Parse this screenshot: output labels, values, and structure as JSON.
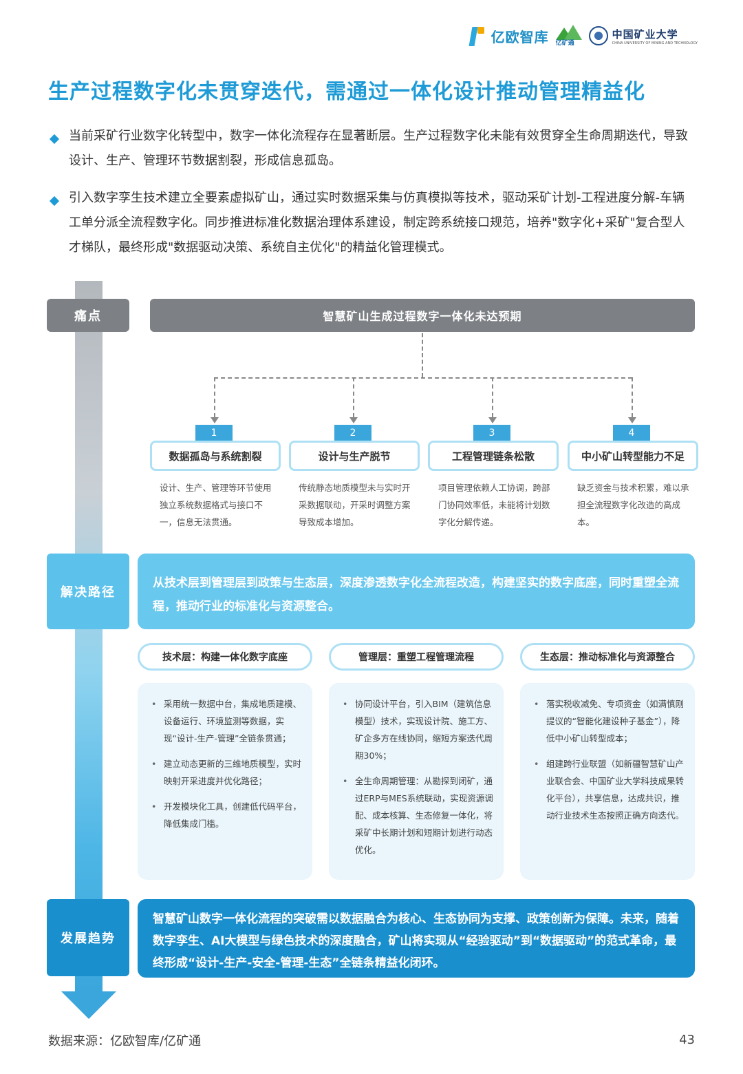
{
  "header": {
    "logo_yiou": "亿欧智库",
    "logo_ykt": "亿矿通",
    "logo_cumt_cn": "中国矿业大学",
    "logo_cumt_en": "CHINA UNIVERSITY OF MINING AND TECHNOLOGY"
  },
  "title": "生产过程数字化未贯穿迭代，需通过一体化设计推动管理精益化",
  "bullets": [
    "当前采矿行业数字化转型中，数字一体化流程存在显著断层。生产过程数字化未能有效贯穿全生命周期迭代，导致设计、生产、管理环节数据割裂，形成信息孤岛。",
    "引入数字孪生技术建立全要素虚拟矿山，通过实时数据采集与仿真模拟等技术，驱动采矿计划-工程进度分解-车辆工单分派全流程数字化。同步推进标准化数据治理体系建设，制定跨系统接口规范，培养\"数字化+采矿\"复合型人才梯队，最终形成\"数据驱动决策、系统自主优化\"的精益化管理模式。"
  ],
  "side_labels": {
    "pain": "痛点",
    "solution": "解决路径",
    "trend": "发展趋势"
  },
  "pain": {
    "headline": "智慧矿山生成过程数字一体化未达预期",
    "items": [
      {
        "num": "1",
        "title": "数据孤岛与系统割裂",
        "desc": "设计、生产、管理等环节使用独立系统数据格式与接口不一，信息无法贯通。"
      },
      {
        "num": "2",
        "title": "设计与生产脱节",
        "desc": "传统静态地质模型未与实时开采数据联动，开采时调整方案导致成本增加。"
      },
      {
        "num": "3",
        "title": "工程管理链条松散",
        "desc": "项目管理依赖人工协调，跨部门协同效率低，未能将计划数字化分解传递。"
      },
      {
        "num": "4",
        "title": "中小矿山转型能力不足",
        "desc": "缺乏资金与技术积累，难以承担全流程数字化改造的高成本。"
      }
    ]
  },
  "solution": {
    "banner": "从技术层到管理层到政策与生态层，深度渗透数字化全流程改造，构建坚实的数字底座，同时重塑全流程，推动行业的标准化与资源整合。",
    "layers": [
      {
        "title": "技术层：构建一体化数字底座",
        "points": [
          "采用统一数据中台，集成地质建模、设备运行、环境监测等数据，实现“设计-生产-管理”全链条贯通；",
          "建立动态更新的三维地质模型，实时映射开采进度并优化路径；",
          "开发模块化工具，创建低代码平台，降低集成门槛。"
        ]
      },
      {
        "title": "管理层：重塑工程管理流程",
        "points": [
          "协同设计平台，引入BIM（建筑信息模型）技术，实现设计院、施工方、矿企多方在线协同，缩短方案迭代周期30%；",
          "全生命周期管理：从勘探到闭矿，通过ERP与MES系统联动，实现资源调配、成本核算、生态修复一体化，将采矿中长期计划和短期计划进行动态优化。"
        ]
      },
      {
        "title": "生态层：推动标准化与资源整合",
        "points": [
          "落实税收减免、专项资金（如满慎刚提议的“智能化建设种子基金”），降低中小矿山转型成本；",
          "组建跨行业联盟（如新疆智慧矿山产业联合会、中国矿业大学科技成果转化平台），共享信息，达成共识，推动行业技术生态按照正确方向迭代。"
        ]
      }
    ]
  },
  "trend": {
    "banner": "智慧矿山数字一体化流程的突破需以数据融合为核心、生态协同为支撑、政策创新为保障。未来，随着数字孪生、AI大模型与绿色技术的深度融合，矿山将实现从“经验驱动”到“数据驱动”的范式革命，最终形成“设计-生产-安全-管理-生态”全链条精益化闭环。"
  },
  "footer": {
    "source": "数据来源：亿欧智库/亿矿通",
    "page": "43"
  },
  "colors": {
    "accent": "#1e9bd6",
    "gray_header": "#7d8185",
    "light_blue": "#69c8ee",
    "dark_blue": "#1a8fcd",
    "panel_bg": "#eaf6fc"
  }
}
